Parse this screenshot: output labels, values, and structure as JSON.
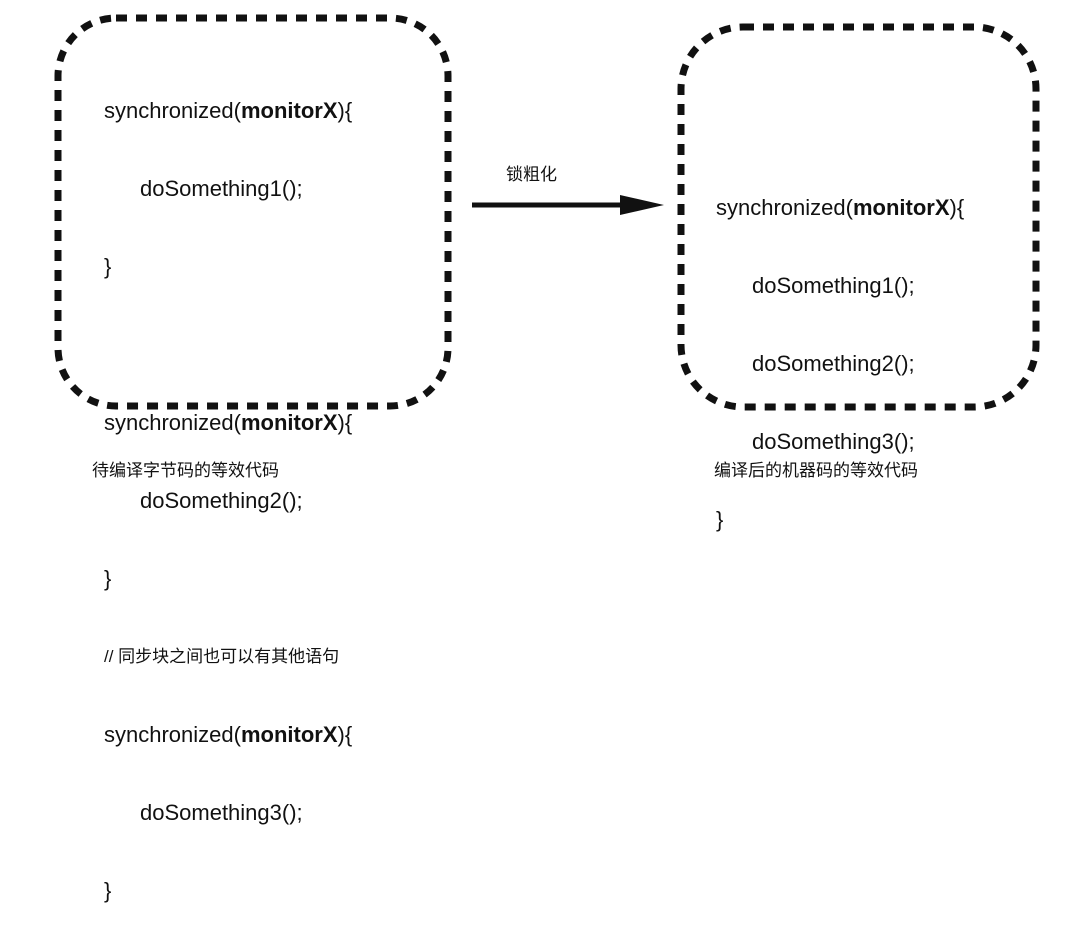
{
  "diagram": {
    "arrow_label": "锁粗化",
    "left_caption": "待编译字节码的等效代码",
    "right_caption": "编译后的机器码的等效代码",
    "colors": {
      "stroke": "#111111",
      "background": "#ffffff"
    }
  },
  "left_box": {
    "block1": {
      "keyword": "synchronized(",
      "monitor": "monitorX",
      "open": "){",
      "call": "doSomething1();",
      "close": "}"
    },
    "block2": {
      "keyword": "synchronized(",
      "monitor": "monitorX",
      "open": "){",
      "call": "doSomething2();",
      "close": "}"
    },
    "comment": "// 同步块之间也可以有其他语句",
    "block3": {
      "keyword": "synchronized(",
      "monitor": "monitorX",
      "open": "){",
      "call": "doSomething3();",
      "close": "}"
    }
  },
  "right_box": {
    "keyword": "synchronized(",
    "monitor": "monitorX",
    "open": "){",
    "calls": [
      "doSomething1();",
      "doSomething2();",
      "doSomething3();"
    ],
    "close": "}"
  }
}
